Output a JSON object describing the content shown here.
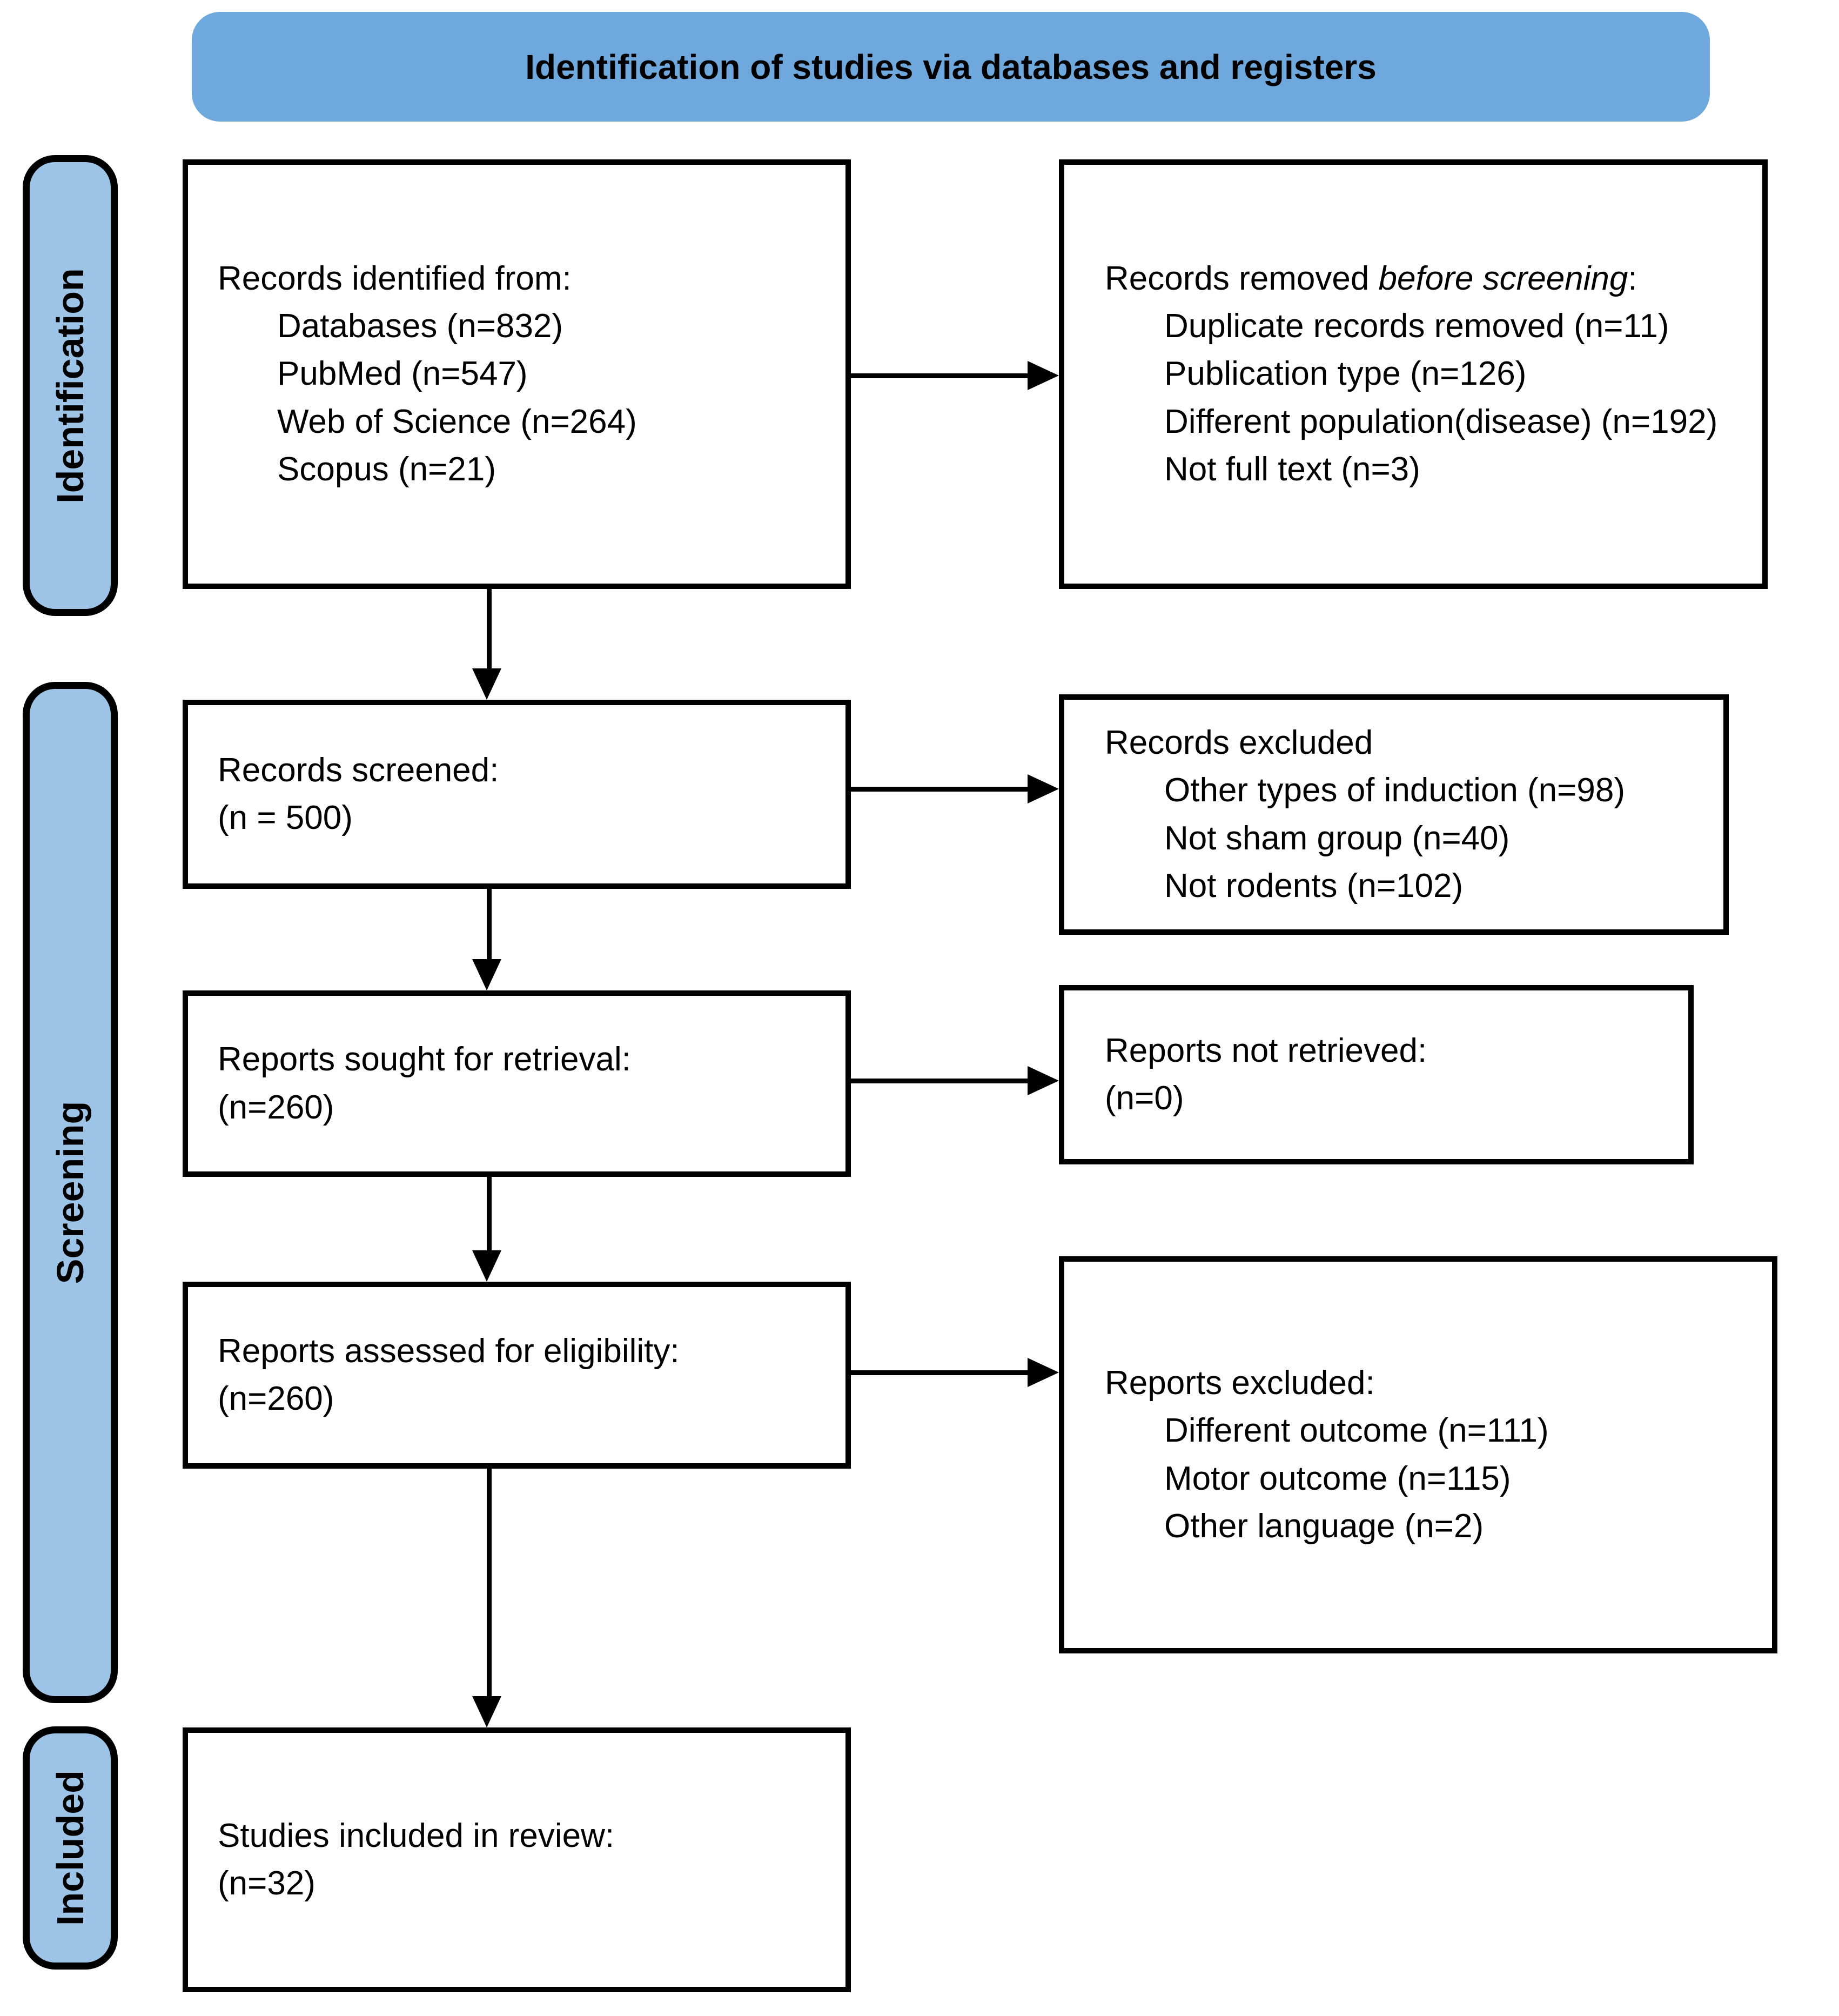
{
  "colors": {
    "banner_bg": "#6fa8dc",
    "stage_bg": "#9dc3e6",
    "line_color": "#000000"
  },
  "banner": {
    "title": "Identification of studies via databases and registers"
  },
  "stages": [
    {
      "label": "Identification"
    },
    {
      "label": "Screening"
    },
    {
      "label": "Included"
    }
  ],
  "boxes": {
    "identified": {
      "title": "Records identified from:",
      "items": [
        "Databases (n=832)",
        "PubMed (n=547)",
        "Web of Science (n=264)",
        "Scopus (n=21)"
      ]
    },
    "removed": {
      "title_prefix": "Records removed ",
      "title_italic": "before screening",
      "title_suffix": ":",
      "items": [
        "Duplicate records removed (n=11)",
        "Publication type (n=126)",
        "Different population(disease) (n=192)",
        "Not full text (n=3)"
      ]
    },
    "screened": {
      "title": "Records screened:",
      "count": "(n = 500)"
    },
    "records_excluded": {
      "title": "Records excluded",
      "items": [
        "Other types of induction (n=98)",
        "Not sham group (n=40)",
        "Not rodents (n=102)"
      ]
    },
    "sought": {
      "title": "Reports sought for retrieval:",
      "count": "(n=260)"
    },
    "not_retrieved": {
      "title": "Reports not retrieved:",
      "count": "(n=0)"
    },
    "assessed": {
      "title": "Reports assessed for eligibility:",
      "count": "(n=260)"
    },
    "reports_excluded": {
      "title": "Reports excluded:",
      "items": [
        "Different outcome (n=111)",
        "Motor outcome (n=115)",
        "Other language (n=2)"
      ]
    },
    "included": {
      "title": "Studies included in review:",
      "count": "(n=32)"
    }
  }
}
